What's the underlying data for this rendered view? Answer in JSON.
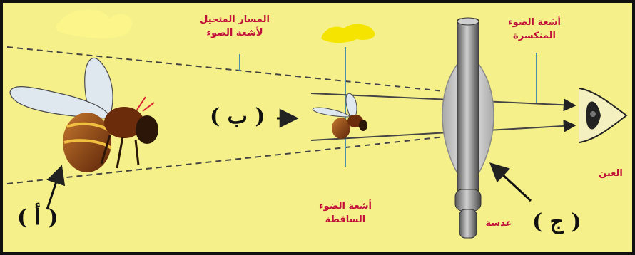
{
  "labels": {
    "imagined_path_line1": "المسار المتخيل",
    "imagined_path_line2": "لأشعة الضوء",
    "refracted_rays_line1": "أشعة الضوء",
    "refracted_rays_line2": "المنكسرة",
    "incident_rays_line1": "أشعة الضوء",
    "incident_rays_line2": "الساقطة",
    "lens": "عدسة",
    "eye": "العين"
  },
  "tags": {
    "a": "( أ )",
    "b": "( ب )",
    "c": "( ج )"
  },
  "colors": {
    "background": "#f5f08a",
    "label_text": "#c0103a",
    "leader_line": "#4a90a8",
    "ray": "#444444",
    "lens": "#c8c8c8",
    "tube": "#8a8a8a",
    "bee_body": "#8a3a10",
    "wing": "#dfe7ef"
  },
  "icons": [
    "bee-icon",
    "lens-icon",
    "eye-icon",
    "arrow-icon"
  ]
}
